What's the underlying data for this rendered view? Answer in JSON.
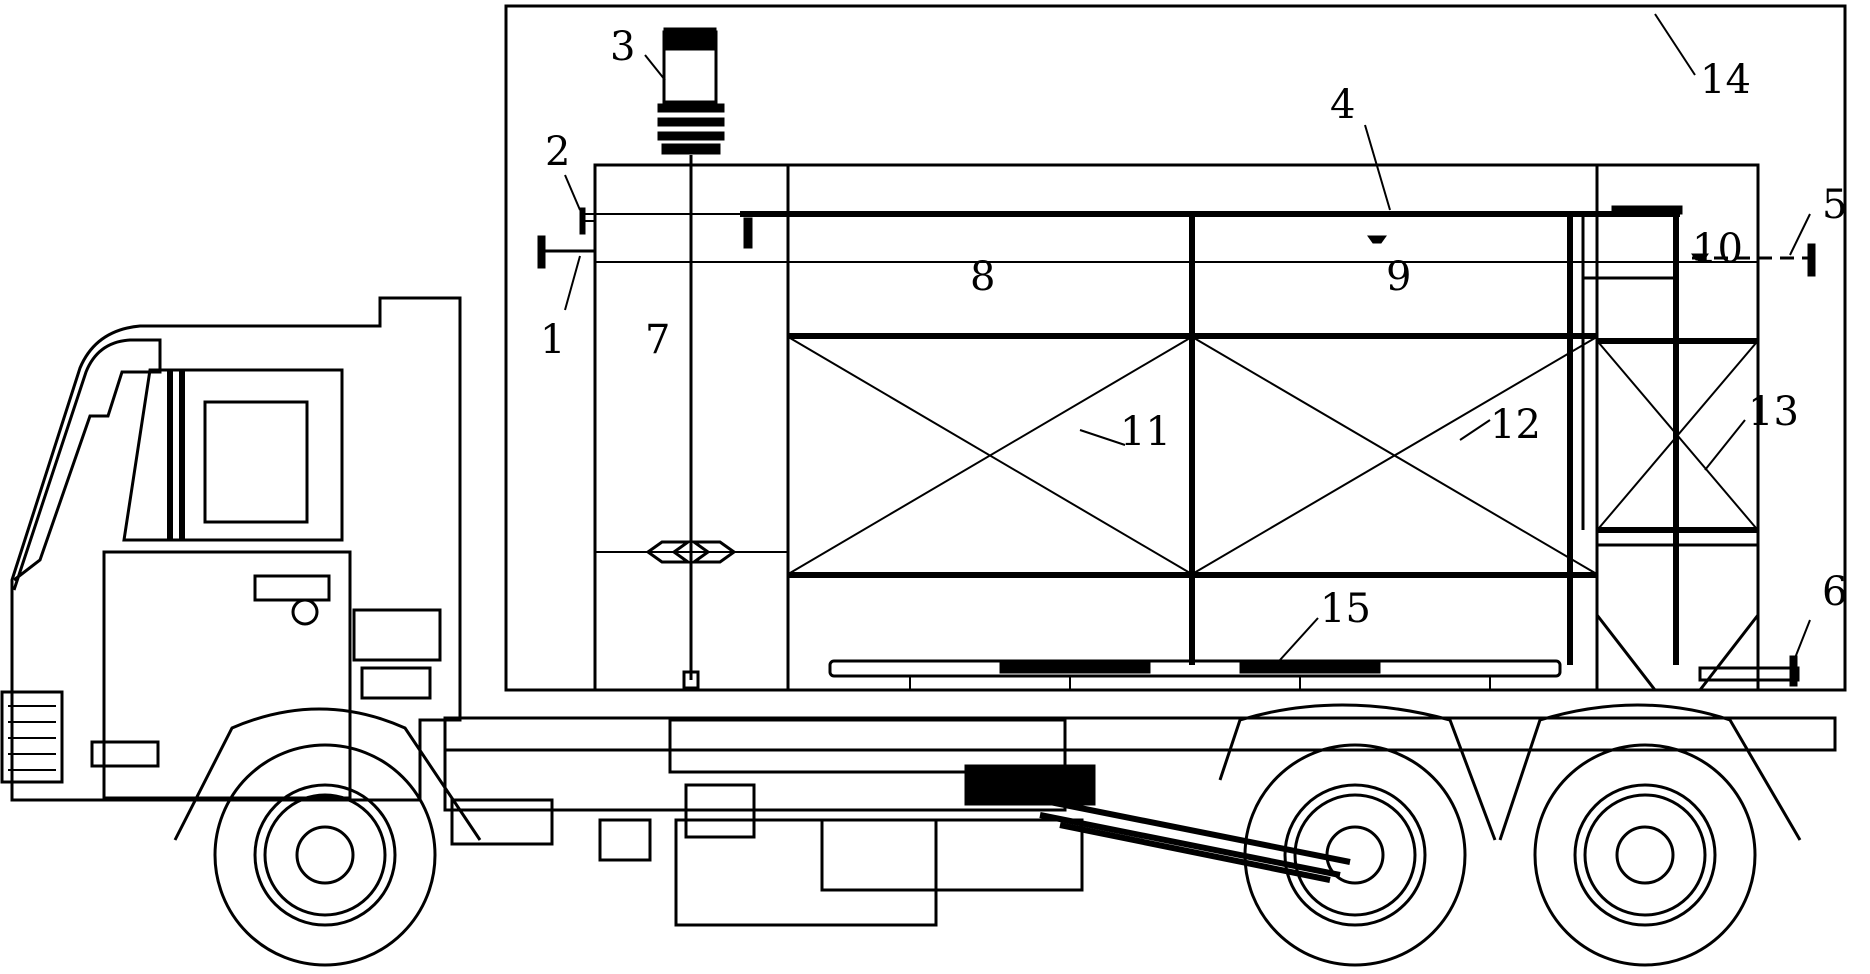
{
  "labels": {
    "n1": "1",
    "n2": "2",
    "n3": "3",
    "n4": "4",
    "n5": "5",
    "n6": "6",
    "n7": "7",
    "n8": "8",
    "n9": "9",
    "n10": "10",
    "n11": "11",
    "n12": "12",
    "n13": "13",
    "n14": "14",
    "n15": "15"
  },
  "colors": {
    "line": "#000000",
    "background": "#ffffff"
  }
}
